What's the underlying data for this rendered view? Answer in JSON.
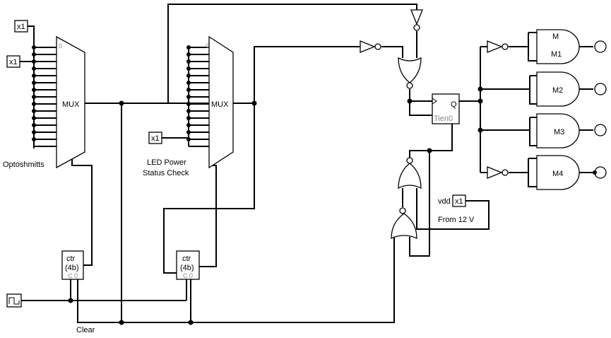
{
  "inputs": {
    "x1_top": "x1",
    "x1_left": "x1",
    "x1_mid": "x1",
    "x1_right": "x1"
  },
  "labels": {
    "optoshmitts": "Optoshmitts",
    "led_line1": "LED Power",
    "led_line2": "Status Check",
    "vdd": "vdd",
    "from_12v": "From 12 V",
    "clear": "Clear"
  },
  "mux": {
    "label": "MUX",
    "first_input": "0"
  },
  "counters": {
    "line1": "ctr",
    "line2": "(4b)",
    "bottom": "C 0"
  },
  "flipflop": {
    "q": "Q",
    "enable": "Tien0"
  },
  "and_gates": {
    "m_top": "M",
    "m1": "M1",
    "m2": "M2",
    "m3": "M3",
    "m4": "M4"
  }
}
